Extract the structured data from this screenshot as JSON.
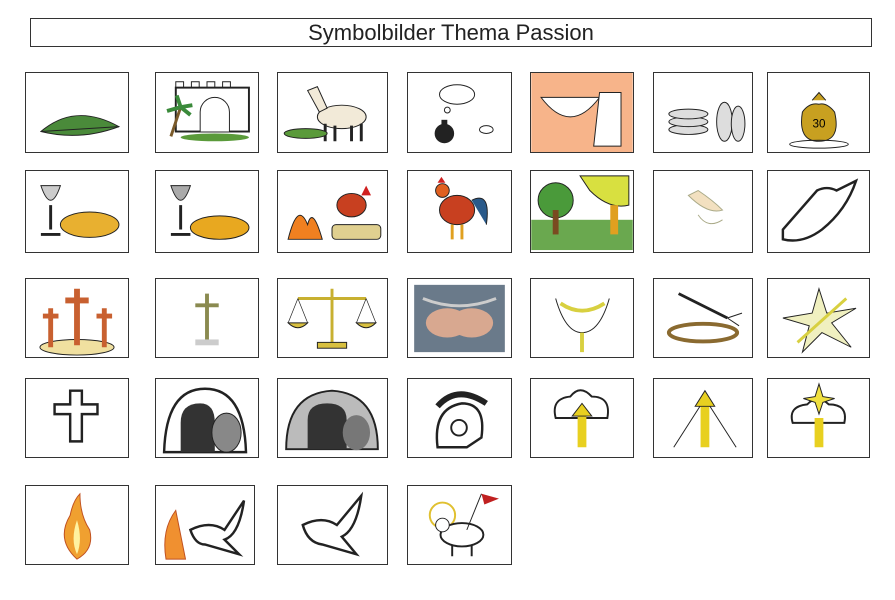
{
  "title": "Symbolbilder Thema Passion",
  "money_bag_label": "30",
  "highlight_color": "#f7b48a",
  "rows": [
    [
      "palm-branch",
      "city-gate-palm",
      "donkey",
      "ointment-jar",
      "bowl-and-pitcher",
      "coins",
      "money-bag"
    ],
    [
      "chalice-bread",
      "chalice-bread-grey",
      "rooster-fire",
      "rooster",
      "garden",
      "praying-hands-small",
      "praying-hands"
    ],
    [
      "three-crosses",
      "cross-grey",
      "scales",
      "chained-hands-photo",
      "bound-hands",
      "crown-of-thorns-whip",
      "shattered-light"
    ],
    [
      "cross-outline",
      "tomb-open",
      "tomb-grey",
      "roman-helmet",
      "cloud-arrow",
      "arrow-light",
      "cloud-arrow-star"
    ],
    [
      "flame",
      "dove-fire",
      "dove",
      "lamb-with-flag"
    ]
  ]
}
